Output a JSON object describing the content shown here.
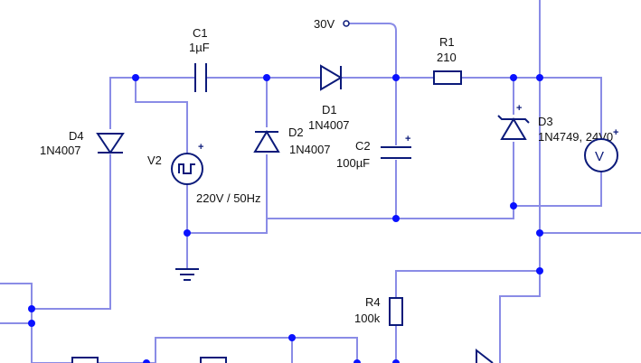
{
  "components": {
    "c1": {
      "name": "C1",
      "value": "1µF"
    },
    "d1": {
      "name": "D1",
      "value": "1N4007"
    },
    "r1": {
      "name": "R1",
      "value": "210"
    },
    "d4": {
      "name": "D4",
      "value": "1N4007"
    },
    "v2": {
      "name": "V2",
      "value": "220V / 50Hz"
    },
    "d2": {
      "name": "D2",
      "value": "1N4007"
    },
    "c2": {
      "name": "C2",
      "value": "100µF"
    },
    "d3": {
      "name": "D3",
      "value": "1N4749, 24V0"
    },
    "r4": {
      "name": "R4",
      "value": "100k"
    }
  },
  "supply": {
    "label": "30V"
  },
  "symbols": {
    "polarity": "+",
    "voltmeter": "V"
  },
  "colors": {
    "wire": "#8a8ce6",
    "component": "#0b1a7a",
    "node": "#0a12ff"
  }
}
